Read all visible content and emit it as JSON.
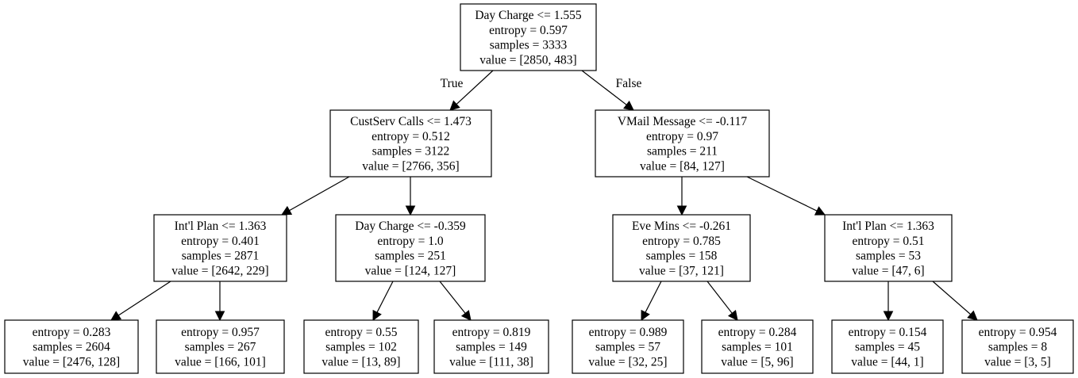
{
  "tree": {
    "nodes": [
      {
        "id": "n0",
        "lines": [
          "Day Charge <= 1.555",
          "entropy = 0.597",
          "samples = 3333",
          "value = [2850, 483]"
        ]
      },
      {
        "id": "n1",
        "lines": [
          "CustServ Calls <= 1.473",
          "entropy = 0.512",
          "samples = 3122",
          "value = [2766, 356]"
        ]
      },
      {
        "id": "n2",
        "lines": [
          "VMail Message <= -0.117",
          "entropy = 0.97",
          "samples = 211",
          "value = [84, 127]"
        ]
      },
      {
        "id": "n3",
        "lines": [
          "Int'l Plan <= 1.363",
          "entropy = 0.401",
          "samples = 2871",
          "value = [2642, 229]"
        ]
      },
      {
        "id": "n4",
        "lines": [
          "Day Charge <= -0.359",
          "entropy = 1.0",
          "samples = 251",
          "value = [124, 127]"
        ]
      },
      {
        "id": "n5",
        "lines": [
          "Eve Mins <= -0.261",
          "entropy = 0.785",
          "samples = 158",
          "value = [37, 121]"
        ]
      },
      {
        "id": "n6",
        "lines": [
          "Int'l Plan <= 1.363",
          "entropy = 0.51",
          "samples = 53",
          "value = [47, 6]"
        ]
      },
      {
        "id": "n7",
        "lines": [
          "entropy = 0.283",
          "samples = 2604",
          "value = [2476, 128]"
        ]
      },
      {
        "id": "n8",
        "lines": [
          "entropy = 0.957",
          "samples = 267",
          "value = [166, 101]"
        ]
      },
      {
        "id": "n9",
        "lines": [
          "entropy = 0.55",
          "samples = 102",
          "value = [13, 89]"
        ]
      },
      {
        "id": "n10",
        "lines": [
          "entropy = 0.819",
          "samples = 149",
          "value = [111, 38]"
        ]
      },
      {
        "id": "n11",
        "lines": [
          "entropy = 0.989",
          "samples = 57",
          "value = [32, 25]"
        ]
      },
      {
        "id": "n12",
        "lines": [
          "entropy = 0.284",
          "samples = 101",
          "value = [5, 96]"
        ]
      },
      {
        "id": "n13",
        "lines": [
          "entropy = 0.154",
          "samples = 45",
          "value = [44, 1]"
        ]
      },
      {
        "id": "n14",
        "lines": [
          "entropy = 0.954",
          "samples = 8",
          "value = [3, 5]"
        ]
      }
    ],
    "edges": [
      {
        "from": "n0",
        "to": "n1",
        "label": "True"
      },
      {
        "from": "n0",
        "to": "n2",
        "label": "False"
      },
      {
        "from": "n1",
        "to": "n3",
        "label": ""
      },
      {
        "from": "n1",
        "to": "n4",
        "label": ""
      },
      {
        "from": "n2",
        "to": "n5",
        "label": ""
      },
      {
        "from": "n2",
        "to": "n6",
        "label": ""
      },
      {
        "from": "n3",
        "to": "n7",
        "label": ""
      },
      {
        "from": "n3",
        "to": "n8",
        "label": ""
      },
      {
        "from": "n4",
        "to": "n9",
        "label": ""
      },
      {
        "from": "n4",
        "to": "n10",
        "label": ""
      },
      {
        "from": "n5",
        "to": "n11",
        "label": ""
      },
      {
        "from": "n5",
        "to": "n12",
        "label": ""
      },
      {
        "from": "n6",
        "to": "n13",
        "label": ""
      },
      {
        "from": "n6",
        "to": "n14",
        "label": ""
      }
    ]
  }
}
